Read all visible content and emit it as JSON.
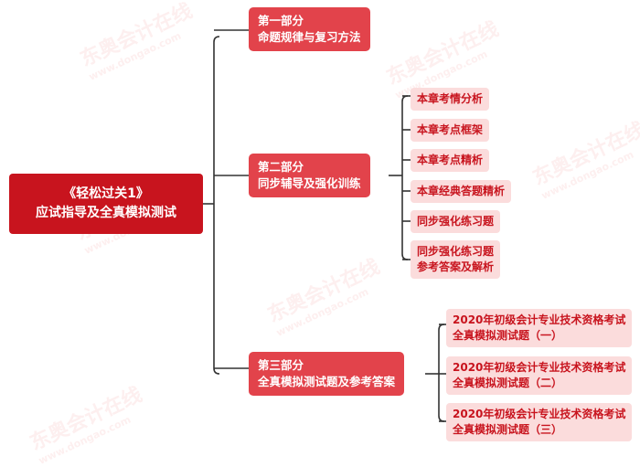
{
  "root": {
    "line1": "《轻松过关1》",
    "line2": "应试指导及全真模拟测试"
  },
  "parts": [
    {
      "line1": "第一部分",
      "line2": "命题规律与复习方法"
    },
    {
      "line1": "第二部分",
      "line2": "同步辅导及强化训练"
    },
    {
      "line1": "第三部分",
      "line2": "全真模拟测试题及参考答案"
    }
  ],
  "part2_children": [
    {
      "line1": "本章考情分析"
    },
    {
      "line1": "本章考点框架"
    },
    {
      "line1": "本章考点精析"
    },
    {
      "line1": "本章经典答题精析"
    },
    {
      "line1": "同步强化练习题"
    },
    {
      "line1": "同步强化练习题",
      "line2": "参考答案及解析"
    }
  ],
  "part3_children": [
    {
      "line1": "2020年初级会计专业技术资格考试",
      "line2": "全真模拟测试题（一）"
    },
    {
      "line1": "2020年初级会计专业技术资格考试",
      "line2": "全真模拟测试题（二）"
    },
    {
      "line1": "2020年初级会计专业技术资格考试",
      "line2": "全真模拟测试题（三）"
    }
  ],
  "watermark": {
    "brand": "东奥会计在线",
    "url": "www.dongao.com"
  },
  "colors": {
    "root": "#c8141e",
    "part": "#e2434b",
    "leaf_bg": "#fbdcdc",
    "leaf_text": "#c8141e",
    "line": "#333333"
  }
}
